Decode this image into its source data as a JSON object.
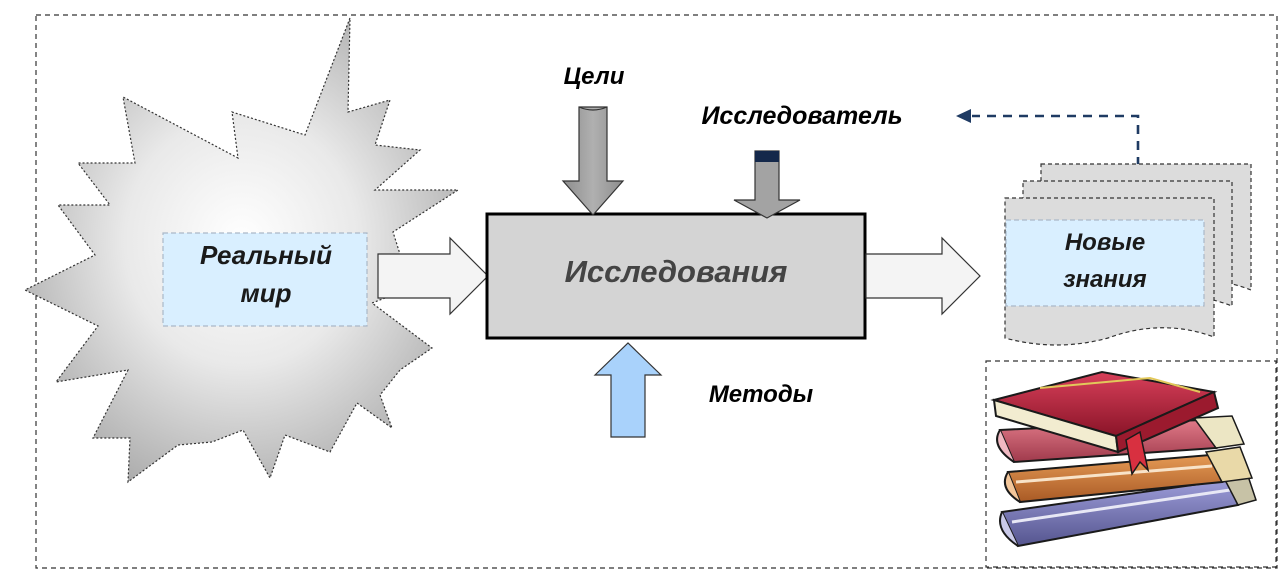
{
  "diagram": {
    "real_world_line1": "Реальный",
    "real_world_line2": "мир",
    "research": "Исследования",
    "goals": "Цели",
    "researcher": "Исследователь",
    "methods": "Методы",
    "new_knowledge_line1": "Новые",
    "new_knowledge_line2": "знания"
  },
  "colors": {
    "box_fill": "#d4d4d4",
    "label_fill": "#d9efff",
    "methods_arrow": "#a9d2fb",
    "goals_arrow": "#a3a3a3",
    "researcher_arrow_top": "#14284a",
    "dashed_arrow": "#1f3b63",
    "book_red": "#b02035",
    "book_orange": "#c9783a",
    "book_blue": "#7a7ab8"
  },
  "icons": {
    "burst": "starburst-shape",
    "books": "book-stack-clipart"
  }
}
